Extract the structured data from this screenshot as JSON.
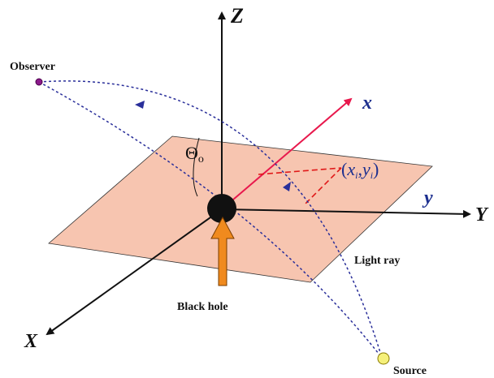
{
  "diagram": {
    "axes": {
      "Z": "Z",
      "Y": "Y",
      "X": "X",
      "x_image": "x",
      "y_image": "y"
    },
    "labels": {
      "observer": "Observer",
      "source": "Source",
      "light_ray": "Light ray",
      "black_hole": "Black hole",
      "inclination": "Θ",
      "inclination_sub": "o",
      "image_point_open": "(",
      "image_point_x": "x",
      "image_point_x_sub": "i",
      "image_point_comma": ",",
      "image_point_y": "y",
      "image_point_y_sub": "i",
      "image_point_close": ")"
    },
    "colors": {
      "plane_fill": "#f7c5b0",
      "axis_black": "#111111",
      "x_axis_red": "#e8194d",
      "image_label_blue": "#1c2f8f",
      "light_ray_blue": "#2a2f9a",
      "dashed_red": "#e01818",
      "observer_dot": "#8b1a8b",
      "source_dot": "#f5f07a",
      "arrow_orange": "#f08a1e"
    }
  }
}
